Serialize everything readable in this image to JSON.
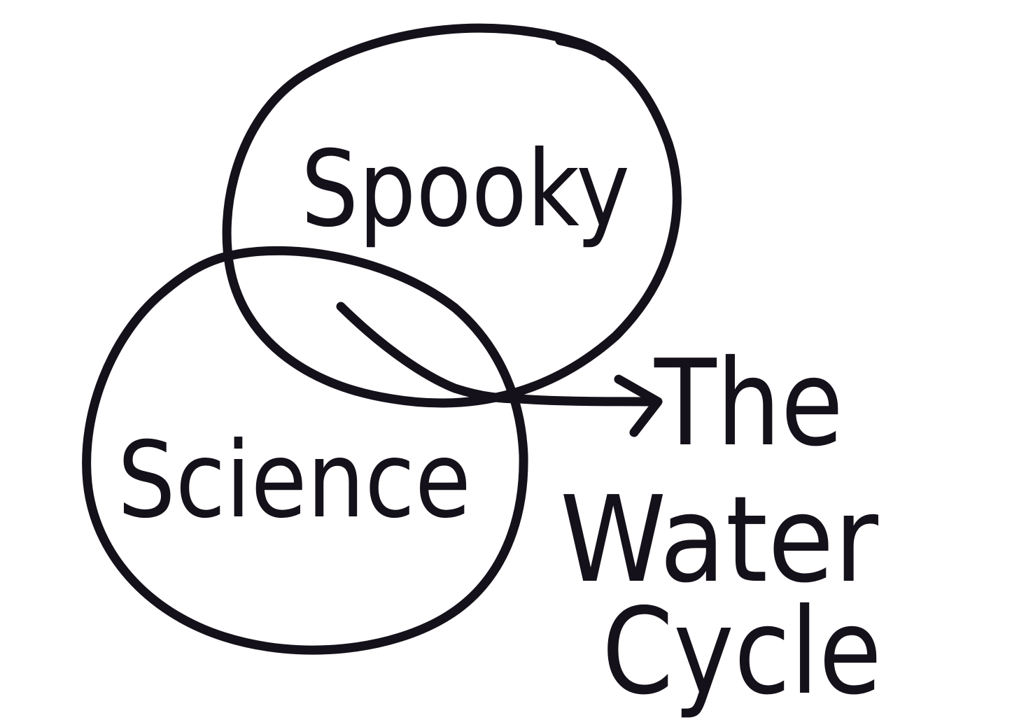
{
  "diagram": {
    "sets": [
      {
        "name": "spooky",
        "label": "Spooky"
      },
      {
        "name": "science",
        "label": "Science"
      }
    ],
    "intersection": {
      "label_lines": [
        "The",
        "Water",
        "Cycle"
      ]
    },
    "colors": {
      "ink": "#15111a",
      "paper": "#ffffff"
    }
  }
}
